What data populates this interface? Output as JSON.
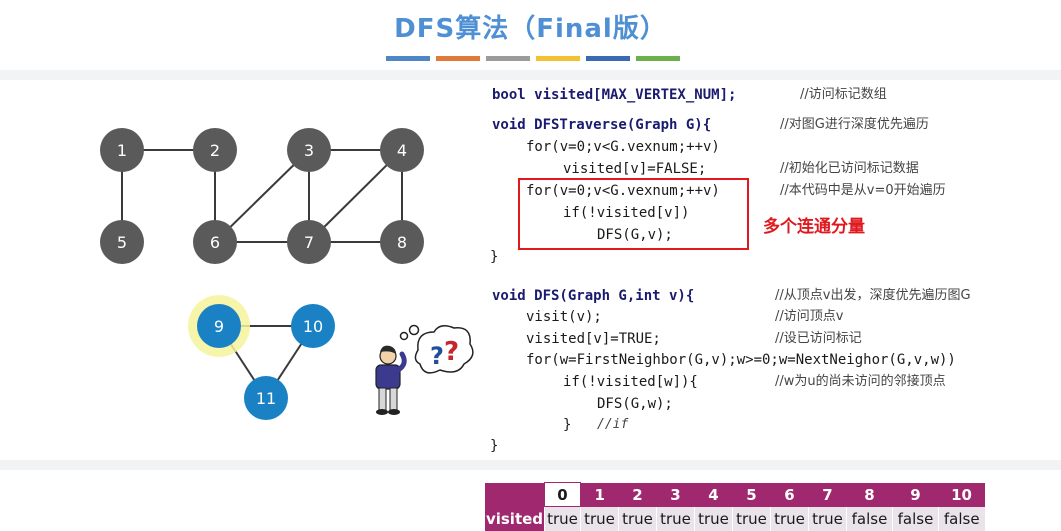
{
  "title": "DFS算法（Final版）",
  "title_bar_colors": [
    "#4e86c6",
    "#e07a3a",
    "#9b9b9b",
    "#f2c233",
    "#3a6bb0",
    "#6ab04c"
  ],
  "graph1": {
    "node_color": "#5a5a5a",
    "nodes": [
      {
        "id": "1",
        "label": "1"
      },
      {
        "id": "2",
        "label": "2"
      },
      {
        "id": "3",
        "label": "3"
      },
      {
        "id": "4",
        "label": "4"
      },
      {
        "id": "5",
        "label": "5"
      },
      {
        "id": "6",
        "label": "6"
      },
      {
        "id": "7",
        "label": "7"
      },
      {
        "id": "8",
        "label": "8"
      }
    ],
    "edges": [
      [
        "1",
        "2"
      ],
      [
        "1",
        "5"
      ],
      [
        "2",
        "6"
      ],
      [
        "3",
        "4"
      ],
      [
        "3",
        "6"
      ],
      [
        "3",
        "7"
      ],
      [
        "4",
        "7"
      ],
      [
        "4",
        "8"
      ],
      [
        "6",
        "7"
      ],
      [
        "7",
        "8"
      ]
    ]
  },
  "graph2": {
    "node_color": "#1a82c4",
    "highlight_color": "#f4f39a",
    "nodes": [
      {
        "id": "9",
        "label": "9",
        "highlighted": true
      },
      {
        "id": "10",
        "label": "10",
        "highlighted": false
      },
      {
        "id": "11",
        "label": "11",
        "highlighted": false
      }
    ],
    "edges": [
      [
        "9",
        "10"
      ],
      [
        "9",
        "11"
      ],
      [
        "10",
        "11"
      ]
    ]
  },
  "code": {
    "l1": "bool visited[MAX_VERTEX_NUM];",
    "c1": "//访问标记数组",
    "l2": "void DFSTraverse(Graph G){",
    "c2": "//对图G进行深度优先遍历",
    "l3": "for(v=0;v<G.vexnum;++v)",
    "l4": "visited[v]=FALSE;",
    "c4": "//初始化已访问标记数据",
    "l5": "for(v=0;v<G.vexnum;++v)",
    "c5": "//本代码中是从v=0开始遍历",
    "l6": "if(!visited[v])",
    "l7": "DFS(G,v);",
    "l8": "}",
    "l9": "void DFS(Graph G,int v){",
    "c9": "//从顶点v出发，深度优先遍历图G",
    "l10": "visit(v);",
    "c10": "//访问顶点v",
    "l11": "visited[v]=TRUE;",
    "c11": "//设已访问标记",
    "l12": "for(w=FirstNeighbor(G,v);w>=0;w=NextNeighor(G,v,w))",
    "l13": "if(!visited[w]){",
    "c13": "//w为u的尚未访问的邻接顶点",
    "l14": "DFS(G,w);",
    "l15": "}",
    "c15": "//if",
    "l16": "}"
  },
  "annotation": "多个连通分量",
  "thought_bubble": "??",
  "visited_table": {
    "row_label": "visited",
    "indices": [
      "0",
      "1",
      "2",
      "3",
      "4",
      "5",
      "6",
      "7",
      "8",
      "9",
      "10"
    ],
    "values": [
      "true",
      "true",
      "true",
      "true",
      "true",
      "true",
      "true",
      "true",
      "false",
      "false",
      "false"
    ]
  }
}
